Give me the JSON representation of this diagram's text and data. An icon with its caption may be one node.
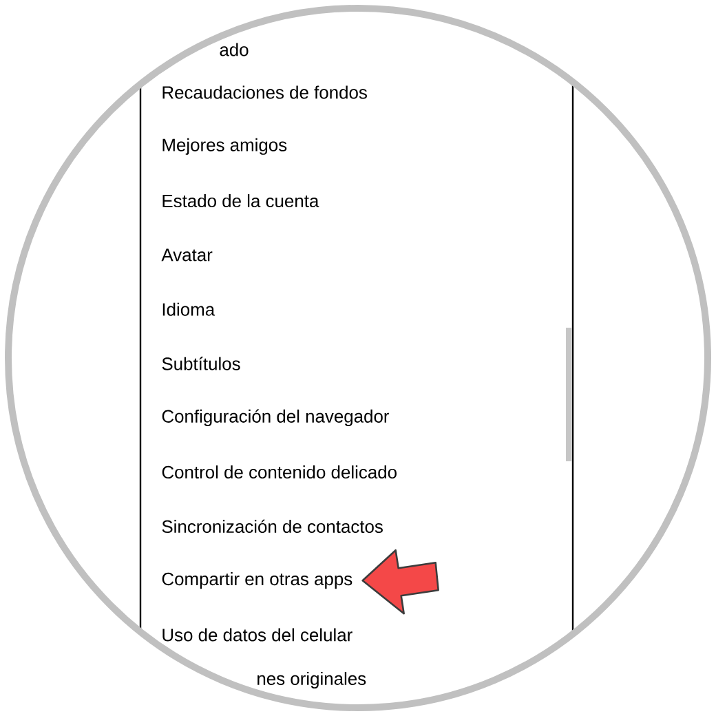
{
  "diagram": {
    "nodes": [
      {
        "text": [
          "ado"
        ]
      },
      {
        "text": [
          "Recaudaciones de fondos"
        ]
      },
      {
        "text": [
          "Mejores amigos"
        ]
      },
      {
        "text": [
          "Estado de la cuenta"
        ]
      },
      {
        "text": [
          "Avatar"
        ]
      },
      {
        "text": [
          "Idioma"
        ]
      },
      {
        "text": [
          "Subtítulos"
        ]
      },
      {
        "text": [
          "Configuración del navegador"
        ]
      },
      {
        "text": [
          "Control de contenido delicado"
        ]
      },
      {
        "text": [
          "Sincronización de contactos"
        ]
      },
      {
        "text": [
          "Compartir en otras apps"
        ]
      },
      {
        "text": [
          "Uso de datos del celular"
        ]
      },
      {
        "text": [
          "nes originales"
        ]
      }
    ],
    "edges": [
      {
        "from": null,
        "to": 10,
        "arrow": "to",
        "color": "#f44848"
      }
    ]
  }
}
